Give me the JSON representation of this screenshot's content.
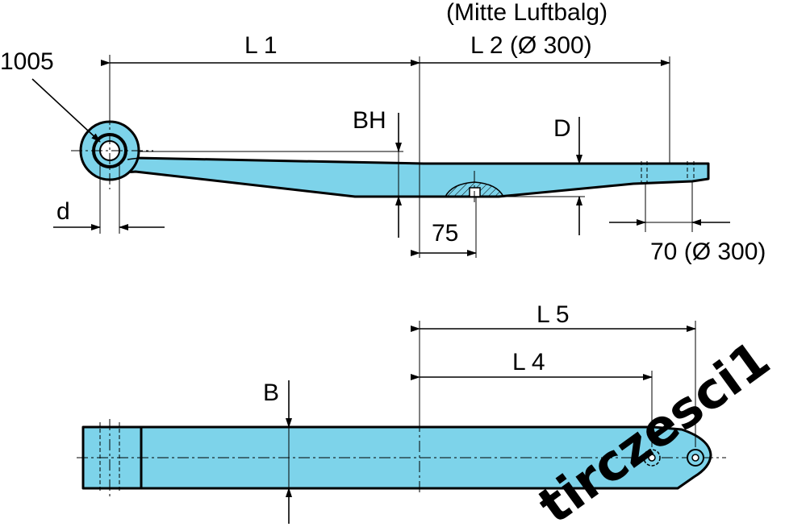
{
  "drawing": {
    "eye_label": "1005",
    "l1_label": "L 1",
    "l2_note": "(Mitte Luftbalg)",
    "l2_label": "L 2 (Ø 300)",
    "bh_label": "BH",
    "d_upper_label": "D",
    "d_lower_label": "d",
    "dim_75_label": "75",
    "dim_70_label": "70 (Ø 300)",
    "l5_label": "L 5",
    "l4_label": "L 4",
    "b_label": "B"
  },
  "watermark": {
    "text": "tirczesci1"
  },
  "colors": {
    "part_fill": "#7dd3ea",
    "line": "#000000",
    "background": "#ffffff"
  }
}
